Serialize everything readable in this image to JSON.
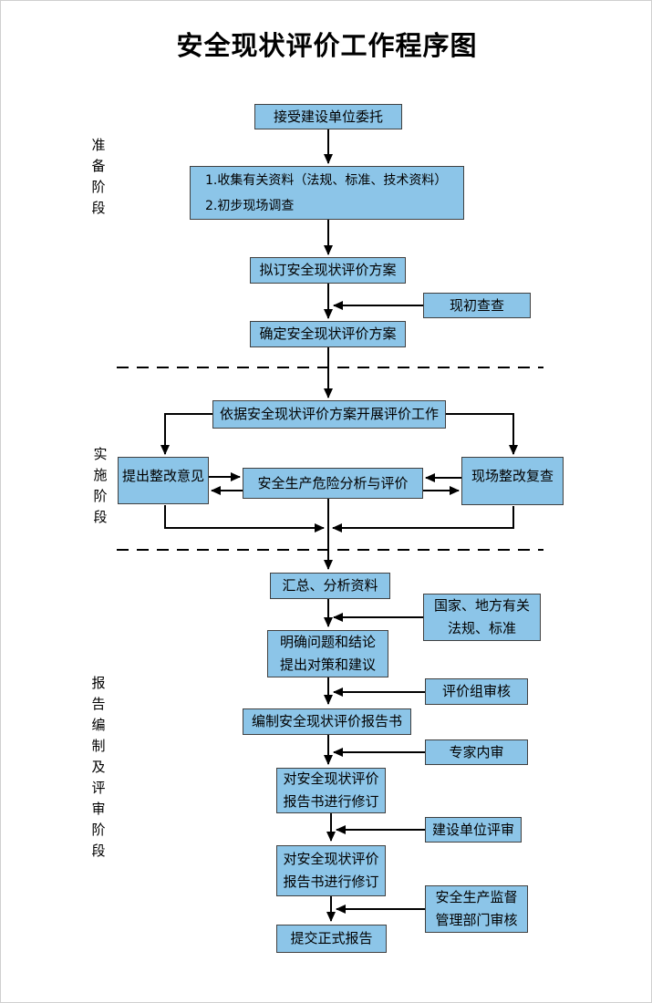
{
  "title": "安全现状评价工作程序图",
  "phase_labels": {
    "prep": "准\n备\n阶\n段",
    "impl": "实\n施\n阶\n段",
    "report": "报\n告\n编\n制\n及\n评\n审\n阶\n段"
  },
  "nodes": {
    "accept_commission": "接受建设单位委托",
    "collect_materials": "1.收集有关资料（法规、标准、技术资料）\n2.初步现场调查",
    "draft_plan": "拟订安全现状评价方案",
    "initial_site_check": "现初查查",
    "confirm_plan": "确定安全现状评价方案",
    "carry_out_evaluation": "依据安全现状评价方案开展评价工作",
    "propose_rectification": "提出整改意见",
    "hazard_analysis": "安全生产危险分析与评价",
    "site_rectification_recheck": "现场整改复查",
    "summarize_materials": "汇总、分析资料",
    "laws_standards": "国家、地方有关\n法规、标准",
    "clarify_conclusions": "明确问题和结论\n提出对策和建议",
    "compile_report": "编制安全现状评价报告书",
    "evaluation_group_review": "评价组审核",
    "expert_internal_review": "专家内审",
    "revise_report_1": "对安全现状评价\n报告书进行修订",
    "client_review": "建设单位评审",
    "revise_report_2": "对安全现状评价\n报告书进行修订",
    "authority_review": "安全生产监督\n管理部门审核",
    "submit_final_report": "提交正式报告"
  },
  "colors": {
    "node_fill": "#8CC5E8",
    "node_border": "#404040",
    "connector": "#000000"
  }
}
